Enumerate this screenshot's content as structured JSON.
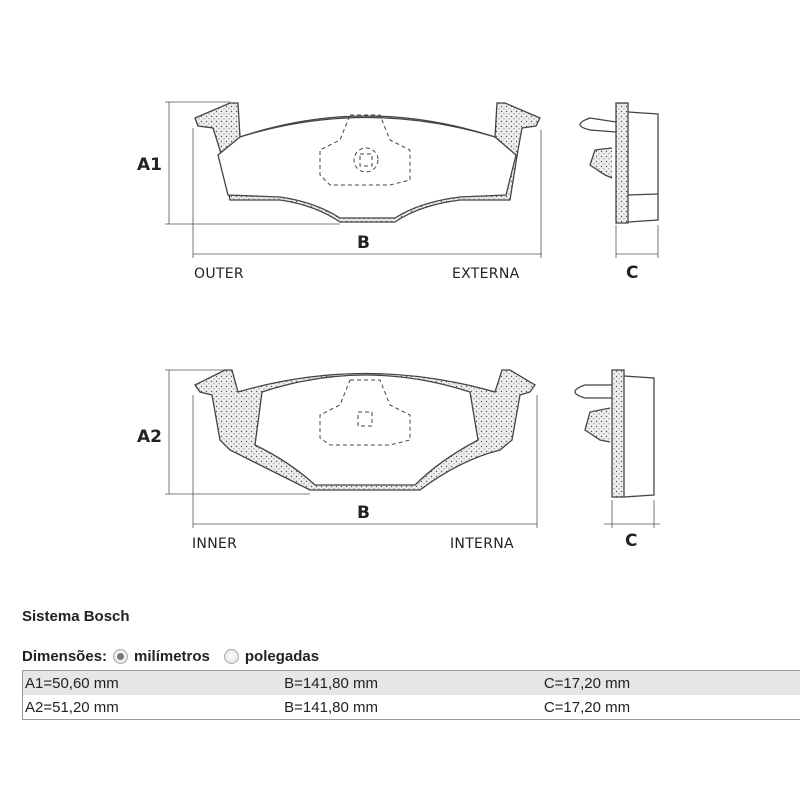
{
  "diagram": {
    "top": {
      "height_label": "A1",
      "width_label": "B",
      "thickness_label": "C",
      "left_label": "OUTER",
      "right_label": "EXTERNA"
    },
    "bottom": {
      "height_label": "A2",
      "width_label": "B",
      "thickness_label": "C",
      "left_label": "INNER",
      "right_label": "INTERNA"
    }
  },
  "section_title": "Sistema Bosch",
  "units": {
    "label": "Dimensões:",
    "options": [
      {
        "label": "milímetros",
        "selected": true
      },
      {
        "label": "polegadas",
        "selected": false
      }
    ]
  },
  "table": {
    "rows": [
      [
        "A1=50,60 mm",
        "B=141,80 mm",
        "C=17,20 mm"
      ],
      [
        "A2=51,20 mm",
        "B=141,80 mm",
        "C=17,20 mm"
      ]
    ]
  }
}
